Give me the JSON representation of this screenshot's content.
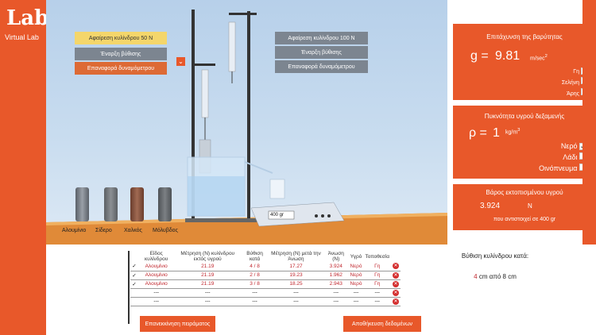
{
  "logo": {
    "title": "Lab",
    "subtitle": "Virtual Lab"
  },
  "scene": {
    "left_controls": {
      "remove": "Αφαίρεση κυλίνδρου 50 N",
      "start": "Έναρξη βύθισης",
      "reset": "Επαναφορά δυναμόμετρου"
    },
    "right_controls": {
      "remove": "Αφαίρεση κυλίνδρου 100 N",
      "start": "Έναρξη βύθισης",
      "reset": "Επαναφορά δυναμόμετρου"
    },
    "scale_reading": "400 gr",
    "cylinders": [
      "Αλουμίνιο",
      "Σίδερο",
      "Χαλκός",
      "Μόλυβδος"
    ]
  },
  "gravity_panel": {
    "title": "Επιτάχυνση της βαρύτητας",
    "symbol": "g =",
    "value": "9.81",
    "unit": "m/sec",
    "unit_sup": "2",
    "options": [
      {
        "label": "Γη",
        "checked": true
      },
      {
        "label": "Σελήνη",
        "checked": false
      },
      {
        "label": "Άρης",
        "checked": false
      }
    ]
  },
  "density_panel": {
    "title": "Πυκνότητα υγρού δεξαμενής",
    "symbol": "ρ =",
    "value": "1",
    "unit": "kg/m",
    "unit_sup": "3",
    "options": [
      {
        "label": "Νερό",
        "checked": true
      },
      {
        "label": "Λάδι",
        "checked": false
      },
      {
        "label": "Οινόπνευμα",
        "checked": false
      }
    ]
  },
  "displaced_panel": {
    "title": "Βάρος εκτοπισμένου υγρού",
    "value": "3.924",
    "unit": "N",
    "note": "που αντιστοιχεί σε 400 gr"
  },
  "table": {
    "headers": [
      "Είδος κυλίνδρου",
      "Μέτρηση (N) κυλίνδρου εκτός υγρού",
      "Βύθιση κατά",
      "Μέτρηση (N) μετά την Άνωση",
      "Άνωση (N)",
      "Υγρό",
      "Τοποθεσία"
    ],
    "rows": [
      {
        "check": "✓",
        "cells": [
          "Αλουμίνιο",
          "21.19",
          "4 / 8",
          "17.27",
          "3.924",
          "Νερό",
          "Γη"
        ]
      },
      {
        "check": "✓",
        "cells": [
          "Αλουμίνιο",
          "21.19",
          "2 / 8",
          "19.23",
          "1.962",
          "Νερό",
          "Γη"
        ]
      },
      {
        "check": "✓",
        "cells": [
          "Αλουμίνιο",
          "21.19",
          "3 / 8",
          "18.25",
          "2.943",
          "Νερό",
          "Γη"
        ]
      },
      {
        "check": "",
        "cells": [
          "---",
          "---",
          "---",
          "---",
          "---",
          "---",
          "---"
        ]
      },
      {
        "check": "",
        "cells": [
          "---",
          "---",
          "---",
          "---",
          "---",
          "---",
          "---"
        ]
      }
    ]
  },
  "buttons": {
    "restart": "Επανεκκίνηση πειράματος",
    "save": "Αποθήκευση δεδομένων"
  },
  "immersion": {
    "title": "Βύθιση κυλίνδρου κατά:",
    "value": "4",
    "text": "cm από 8 cm"
  },
  "colors": {
    "accent": "#e8582a",
    "data_red": "#c0262d"
  }
}
